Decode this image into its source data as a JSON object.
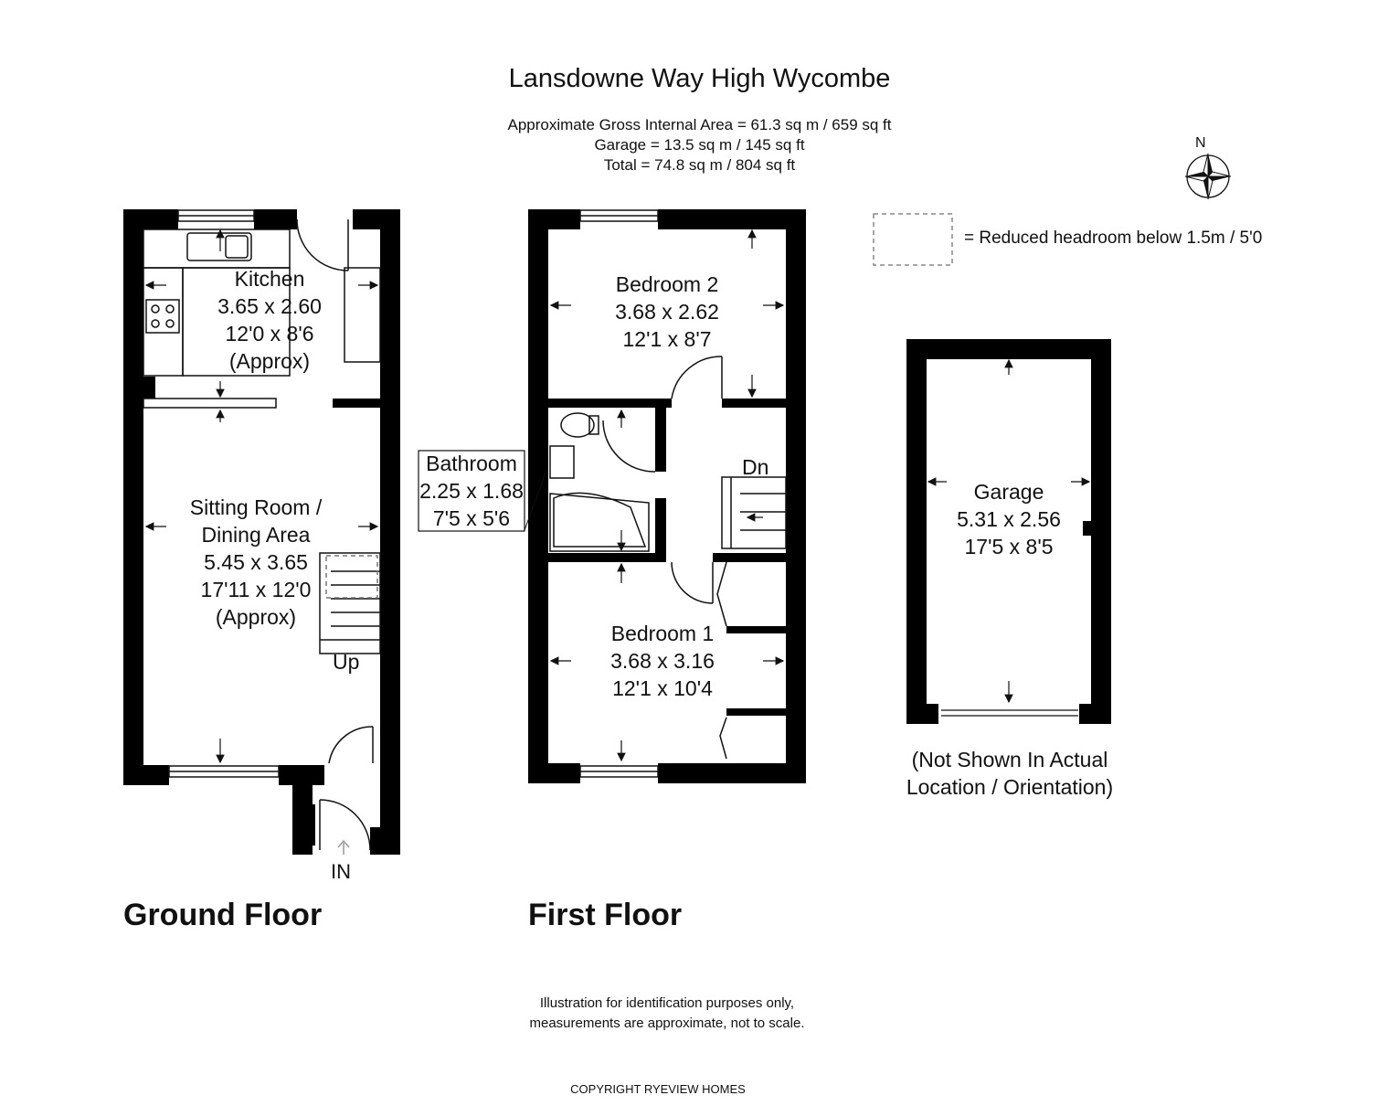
{
  "header": {
    "title": "Lansdowne Way  High Wycombe",
    "area_lines": [
      "Approximate Gross Internal Area = 61.3 sq m / 659 sq ft",
      "Garage = 13.5 sq m / 145 sq ft",
      "Total = 74.8 sq m / 804 sq ft"
    ]
  },
  "compass": {
    "label": "N"
  },
  "legend": {
    "text": "= Reduced headroom below 1.5m / 5'0"
  },
  "ground_floor": {
    "label": "Ground Floor",
    "kitchen": [
      "Kitchen",
      "3.65 x 2.60",
      "12'0 x 8'6",
      "(Approx)"
    ],
    "sitting": [
      "Sitting Room /",
      "Dining Area",
      "5.45 x 3.65",
      "17'11 x 12'0",
      "(Approx)"
    ],
    "up": "Up",
    "entry": "IN"
  },
  "first_floor": {
    "label": "First Floor",
    "bedroom2": [
      "Bedroom 2",
      "3.68 x 2.62",
      "12'1 x 8'7"
    ],
    "bathroom": [
      "Bathroom",
      "2.25 x 1.68",
      "7'5 x 5'6"
    ],
    "bedroom1": [
      "Bedroom 1",
      "3.68 x 3.16",
      "12'1 x 10'4"
    ],
    "down": "Dn"
  },
  "garage": {
    "room": [
      "Garage",
      "5.31 x 2.56",
      "17'5 x 8'5"
    ],
    "note": [
      "(Not Shown In Actual",
      "Location / Orientation)"
    ]
  },
  "footer": {
    "disclaimer": [
      "Illustration for identification purposes only,",
      "measurements are approximate, not to scale."
    ],
    "copyright": "COPYRIGHT RYEVIEW HOMES"
  }
}
